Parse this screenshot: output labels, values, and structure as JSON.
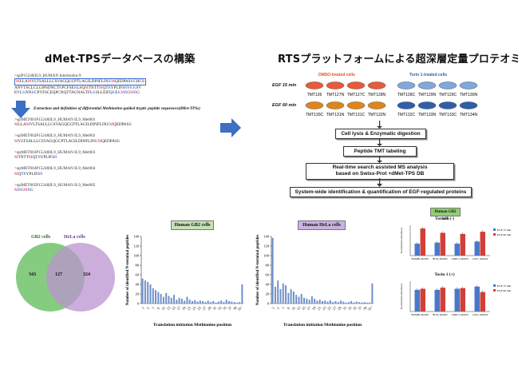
{
  "left_title": "dMet-TPSデータベースの構築",
  "right_title": "RTSプラットフォームによる超深層定量プロテオミクス",
  "protein": {
    "header": ">sp|P15248|IL9_HUMAN Interleukin-9",
    "line1": "MLLAMVLTSALLLCSVAGQGCPTLAGILDINFLINKMQEDPASKCHCS",
    "line2": "ANVTSCLCLGIPSDNCTRPCFSERLSQMTNTTMQTRYPLIFSRVKKSV",
    "line3": "EVLKNNKCPYFSCEQPCNQTTAGNALTFLKSLLEIFQKEKMRGMRG"
  },
  "extraction_note": "Extraction and definition of differential Methionine-guided tryptic peptide sequences(dMet-TPSs)",
  "met_entries": [
    {
      "header": ">sp|MET001P15248|IL9_HUMAN IL9_Met001",
      "seq": "MLLAMVLTSALLLCSVAGQGCPTLAGILDINFLINKMQEDPASK"
    },
    {
      "header": ">sp|MET002P15248|IL9_HUMAN IL9_Met002",
      "seq": "MVLTSALLLCSVAGQGCPTLAGILDINFLINKMQEDPASK"
    },
    {
      "header": ">sp|MET003P15248|IL9_HUMAN IL9_Met003",
      "seq": "MTNTTMQTRYPLIFSR"
    },
    {
      "header": ">sp|MET004P15248|IL9_HUMAN IL9_Met004",
      "seq": "MQTRYPLIFSR"
    },
    {
      "header": ">sp|MET005P15248|IL9_HUMAN IL9_Met005",
      "seq": "MRGMRG"
    }
  ],
  "tmt": {
    "dmso_label": "DMSO-treated cells",
    "torin_label": "Torin 1-treated cells",
    "egf15": "EGF 15 min",
    "egf60": "EGF 60 min",
    "row1_dmso": [
      "TMT126",
      "TMT127N",
      "TMT127C",
      "TMT128N"
    ],
    "row1_torin": [
      "TMT128C",
      "TMT129N",
      "TMT129C",
      "TMT130N"
    ],
    "row2_dmso": [
      "TMT130C",
      "TMT131N",
      "TMT131C",
      "TMT132N"
    ],
    "row2_torin": [
      "TMT132C",
      "TMT133N",
      "TMT133C",
      "TMT134N"
    ],
    "colors": {
      "dmso15": "#e85a3a",
      "dmso60": "#e0851c",
      "torin15": "#7fa9dc",
      "torin60": "#2f5fa8"
    }
  },
  "flow": [
    "Cell lysis & Enzymatic digestion",
    "Peptide TMT labeling",
    "Real-time search assisted MS analysis",
    "based on Swiss-Prot +dMet-TPS DB",
    "System-wide identification & quantification of EGF-regulated proteins"
  ],
  "venn": {
    "a_label": "GB2 cells",
    "b_label": "HeLa cells",
    "a_only": "343",
    "overlap": "127",
    "b_only": "324",
    "a_color": "#7fc979",
    "b_color": "#b993cf"
  },
  "chart_data": [
    {
      "type": "bar",
      "title": "Human GB2 cells",
      "xlabel": "Translation initiation Methionine position",
      "ylabel": "Number of identified N-terminal peptides",
      "ylim": [
        0,
        140
      ],
      "yticks": [
        0,
        20,
        40,
        60,
        80,
        100,
        120,
        140
      ],
      "xticks": [
        "3",
        "5",
        "7",
        "9",
        "11",
        "13",
        "15",
        "17",
        "19",
        "21",
        "23",
        "25",
        "27",
        "29",
        "31",
        "33",
        "35",
        "37",
        "39",
        "31~"
      ],
      "values": [
        52,
        48,
        45,
        40,
        32,
        28,
        24,
        20,
        14,
        22,
        16,
        12,
        18,
        8,
        12,
        10,
        6,
        14,
        8,
        5,
        7,
        4,
        6,
        5,
        3,
        6,
        3,
        5,
        2,
        4,
        6,
        3,
        8,
        5,
        4,
        3,
        2,
        3,
        40
      ],
      "color": "#6e8fc9"
    },
    {
      "type": "bar",
      "title": "Human HeLa cells",
      "xlabel": "Translation initiation Methionine position",
      "ylabel": "Number of identified N-terminal peptides",
      "ylim": [
        0,
        140
      ],
      "yticks": [
        0,
        20,
        40,
        60,
        80,
        100,
        120,
        140
      ],
      "xticks": [
        "3",
        "5",
        "7",
        "9",
        "11",
        "13",
        "15",
        "17",
        "19",
        "21",
        "23",
        "25",
        "27",
        "29",
        "31",
        "33",
        "35",
        "37",
        "39",
        "31~"
      ],
      "values": [
        137,
        35,
        48,
        30,
        42,
        38,
        22,
        30,
        25,
        18,
        14,
        20,
        12,
        10,
        8,
        15,
        10,
        6,
        8,
        5,
        6,
        4,
        7,
        3,
        5,
        3,
        6,
        4,
        2,
        3,
        5,
        2,
        4,
        3,
        2,
        3,
        2,
        2,
        42
      ],
      "color": "#6e8fc9"
    },
    {
      "type": "bar",
      "title": "Torin 1 (-)",
      "ylabel": "Normalized abundance",
      "categories": [
        "BAMBI_Met001",
        "BLM_Met002",
        "LRRC3_Met001",
        "CATC_Met002"
      ],
      "series": [
        {
          "name": "EGF 15 min",
          "values": [
            0.55,
            0.6,
            0.55,
            0.65
          ]
        },
        {
          "name": "EGF 60 min",
          "values": [
            1.25,
            1.05,
            1.0,
            1.1
          ]
        }
      ],
      "ylim": [
        0,
        1.4
      ]
    },
    {
      "type": "bar",
      "title": "Torin 1 (+)",
      "ylabel": "Normalized abundance",
      "categories": [
        "BAMBI_Met001",
        "BLM_Met002",
        "LRRC3_Met001",
        "CATC_Met002"
      ],
      "series": [
        {
          "name": "EGF 15 min",
          "values": [
            1.0,
            1.0,
            1.05,
            1.15
          ]
        },
        {
          "name": "EGF 60 min",
          "values": [
            1.05,
            1.1,
            1.08,
            0.9
          ]
        }
      ],
      "ylim": [
        0,
        1.4
      ]
    }
  ],
  "quant_title": "Human GB2 cells",
  "legend": {
    "egf15": "EGF 15 min",
    "egf60": "EGF 60 min",
    "c15": "#4a78c8",
    "c60": "#d0403a"
  }
}
